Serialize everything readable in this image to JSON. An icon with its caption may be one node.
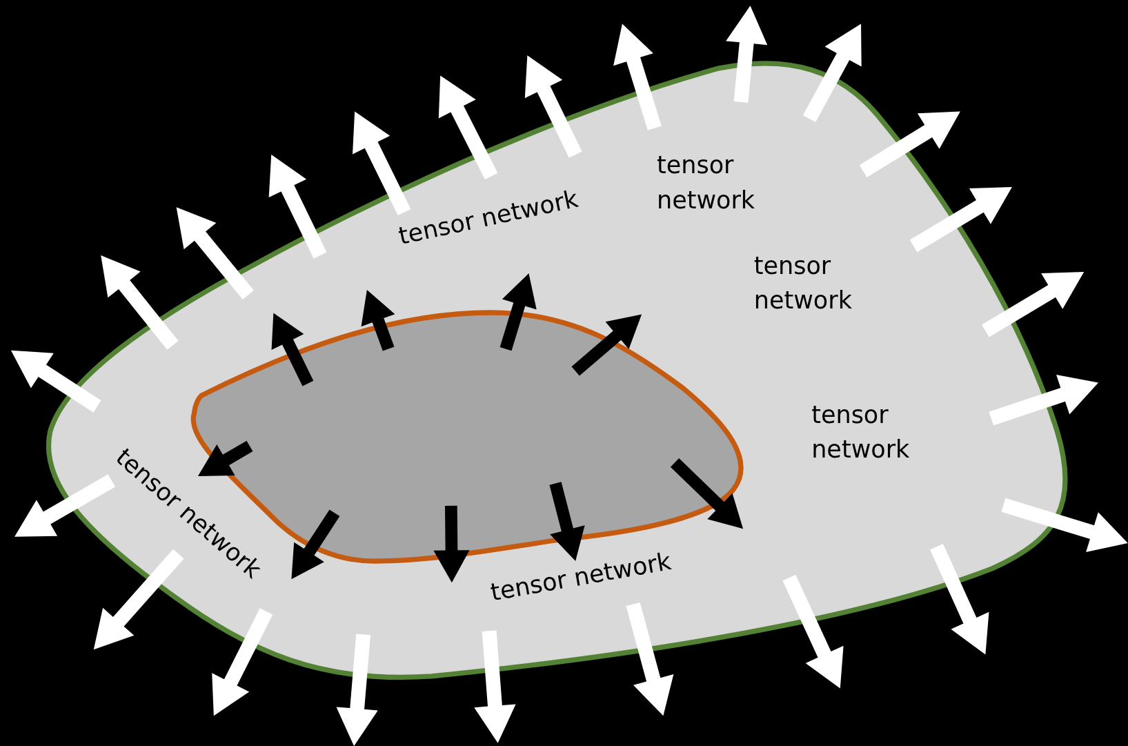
{
  "diagram": {
    "nodes": [
      {
        "text": [
          "tensor network",
          "tensor network",
          "tensor network",
          "tensor network",
          "tensor network",
          "tensor network"
        ]
      },
      {
        "text": [],
        "shape": "blob",
        "in": 0
      }
    ]
  }
}
